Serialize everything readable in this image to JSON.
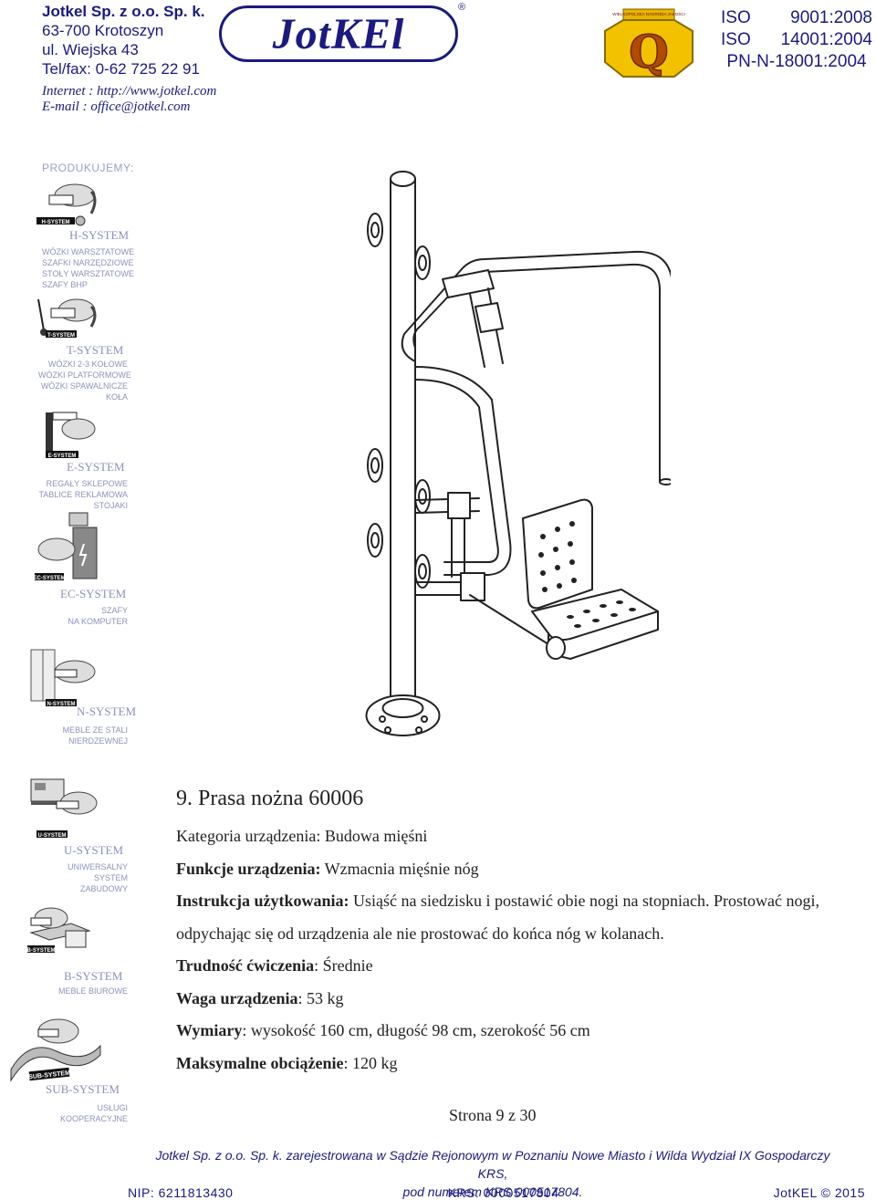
{
  "header": {
    "company_name": "Jotkel Sp. z o.o. Sp. k.",
    "city": "63-700 Krotoszyn",
    "street": "ul. Wiejska 43",
    "telfax": "Tel/fax: 0-62 725 22 91",
    "internet": "Internet : http://www.jotkel.com",
    "email": "E-mail : office@jotkel.com",
    "logo_text": "JotKEl",
    "logo_reg": "®",
    "award_text": "WIELKOPOLSKA NAGRODA JAKOŚCI",
    "award_letter": "Q",
    "iso": [
      {
        "label": "ISO",
        "value": "9001:2008"
      },
      {
        "label": "ISO",
        "value": "14001:2004"
      }
    ],
    "pn": "PN-N-18001:2004"
  },
  "sidebar": {
    "heading": "PRODUKUJEMY:",
    "systems": [
      {
        "title": "H-SYSTEM",
        "lines": [
          "WÓZKI  WARSZTATOWE",
          "SZAFKI  NARZĘDZIOWE",
          "STOŁY  WARSZTATOWE",
          "SZAFY  BHP"
        ],
        "badge": "H-SYSTEM"
      },
      {
        "title": "T-SYSTEM",
        "lines": [
          "WÓZKI  2-3 KOŁOWE",
          "WÓZKI PLATFORMOWE",
          "WÓZKI SPAWALNICZE",
          "KOŁA"
        ],
        "badge": "T-SYSTEM"
      },
      {
        "title": "E-SYSTEM",
        "lines": [
          "REGAŁY SKLEPOWE",
          "TABLICE REKLAMOWA",
          "STOJAKI"
        ],
        "badge": "E-SYSTEM"
      },
      {
        "title": "EC-SYSTEM",
        "lines": [
          "SZAFY",
          "NA KOMPUTER"
        ],
        "badge": "EC-SYSTEM"
      },
      {
        "title": "N-SYSTEM",
        "lines": [
          "MEBLE ZE STALI",
          "NIERDZEWNEJ"
        ],
        "badge": "N-SYSTEM"
      },
      {
        "title": "U-SYSTEM",
        "lines": [
          "UNIWERSALNY",
          "SYSTEM",
          "ZABUDOWY"
        ],
        "badge": "U-SYSTEM"
      },
      {
        "title": "B-SYSTEM",
        "lines": [
          "MEBLE BIUROWE"
        ],
        "badge": "B-SYSTEM"
      },
      {
        "title": "SUB-SYSTEM",
        "lines": [
          "USŁUGI",
          "KOOPERACYJNE"
        ],
        "badge": "SUB-SYSTEM"
      }
    ]
  },
  "device": {
    "heading": "9.  Prasa nożna 60006",
    "category_label": "Kategoria urządzenia:",
    "category_value": " Budowa mięśni",
    "function_label": "Funkcje urządzenia:",
    "function_value": " Wzmacnia mięśnie nóg",
    "instruction_label": "Instrukcja użytkowania:",
    "instruction_value": " Usiąść na siedzisku i postawić obie nogi na stopniach. Prostować nogi, odpychając się od urządzenia ale nie prostować do końca nóg w kolanach.",
    "difficulty_label": "Trudność ćwiczenia",
    "difficulty_value": ": Średnie",
    "weight_label": "Waga urządzenia",
    "weight_value": ": 53 kg",
    "dimensions_label": "Wymiary",
    "dimensions_value": ": wysokość 160 cm, długość 98 cm, szerokość 56 cm",
    "max_load_label": "Maksymalne obciążenie",
    "max_load_value": ": 120 kg"
  },
  "page_number": "Strona 9 z 30",
  "footer": {
    "registration_line1": "Jotkel Sp. z o.o. Sp. k. zarejestrowana w Sądzie Rejonowym w Poznaniu Nowe Miasto i Wilda Wydział IX Gospodarczy KRS,",
    "registration_line2": "pod numerem KRS 000517804.",
    "nip": "NIP:  6211813430",
    "krs": "KRS: 0000517804",
    "copyright": "JotKEL © 2015"
  }
}
